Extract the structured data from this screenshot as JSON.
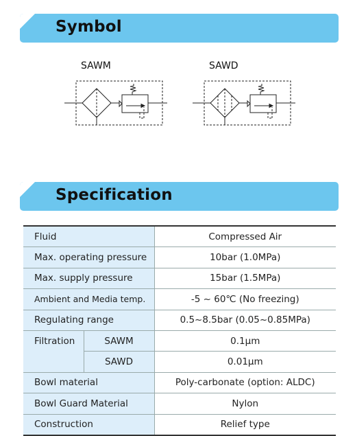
{
  "symbol_section": {
    "title": "Symbol"
  },
  "symbols": [
    {
      "label": "SAWM"
    },
    {
      "label": "SAWD"
    }
  ],
  "spec_section": {
    "title": "Specification"
  },
  "spec_table": {
    "rows": [
      {
        "label": "Fluid",
        "value": "Compressed Air"
      },
      {
        "label": "Max. operating pressure",
        "value": "10bar (1.0MPa)"
      },
      {
        "label": "Max. supply pressure",
        "value": "15bar (1.5MPa)"
      },
      {
        "label": "Ambient and Media temp.",
        "value": "-5 ~ 60℃ (No freezing)"
      },
      {
        "label": "Regulating range",
        "value": "0.5~8.5bar (0.05~0.85MPa)"
      },
      {
        "label": "Bowl material",
        "value": "Poly-carbonate  (option: ALDC)"
      },
      {
        "label": "Bowl Guard Material",
        "value": "Nylon"
      },
      {
        "label": "Construction",
        "value": "Relief type"
      }
    ],
    "filtration": {
      "label": "Filtration",
      "items": [
        {
          "model": "SAWM",
          "value": "0.1μm"
        },
        {
          "model": "SAWD",
          "value": "0.01μm"
        }
      ]
    }
  }
}
